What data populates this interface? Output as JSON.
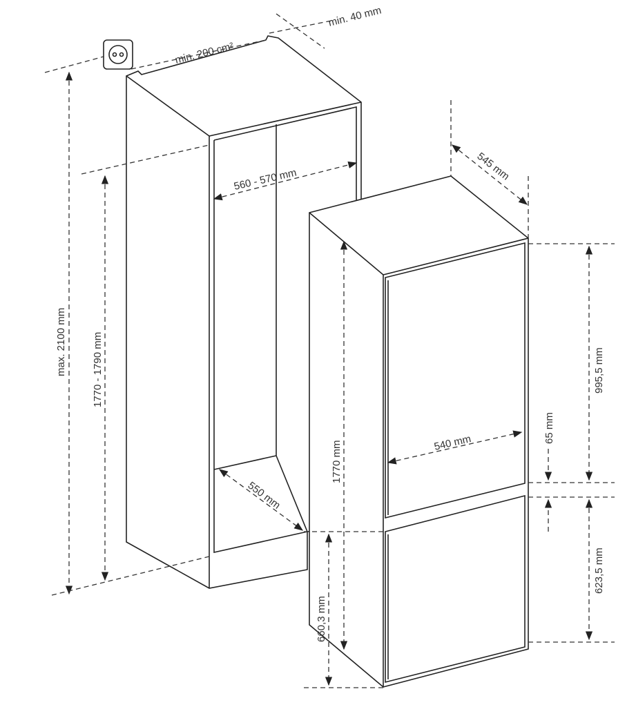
{
  "labels": {
    "ventilation_gap": "min. 40 mm",
    "ventilation_area": "min. 200 cm²",
    "max_height": "max. 2100 mm",
    "niche_height": "1770 - 1790 mm",
    "niche_width": "560 - 570 mm",
    "niche_depth": "550 mm",
    "appliance_depth": "545 mm",
    "appliance_height": "1770 mm",
    "door_width": "540 mm",
    "upper_door_height": "995,5 mm",
    "door_gap": "65 mm",
    "lower_door_height": "623,5 mm",
    "lower_section_height": "660,3 mm"
  },
  "icons": [
    "power-socket-icon"
  ]
}
